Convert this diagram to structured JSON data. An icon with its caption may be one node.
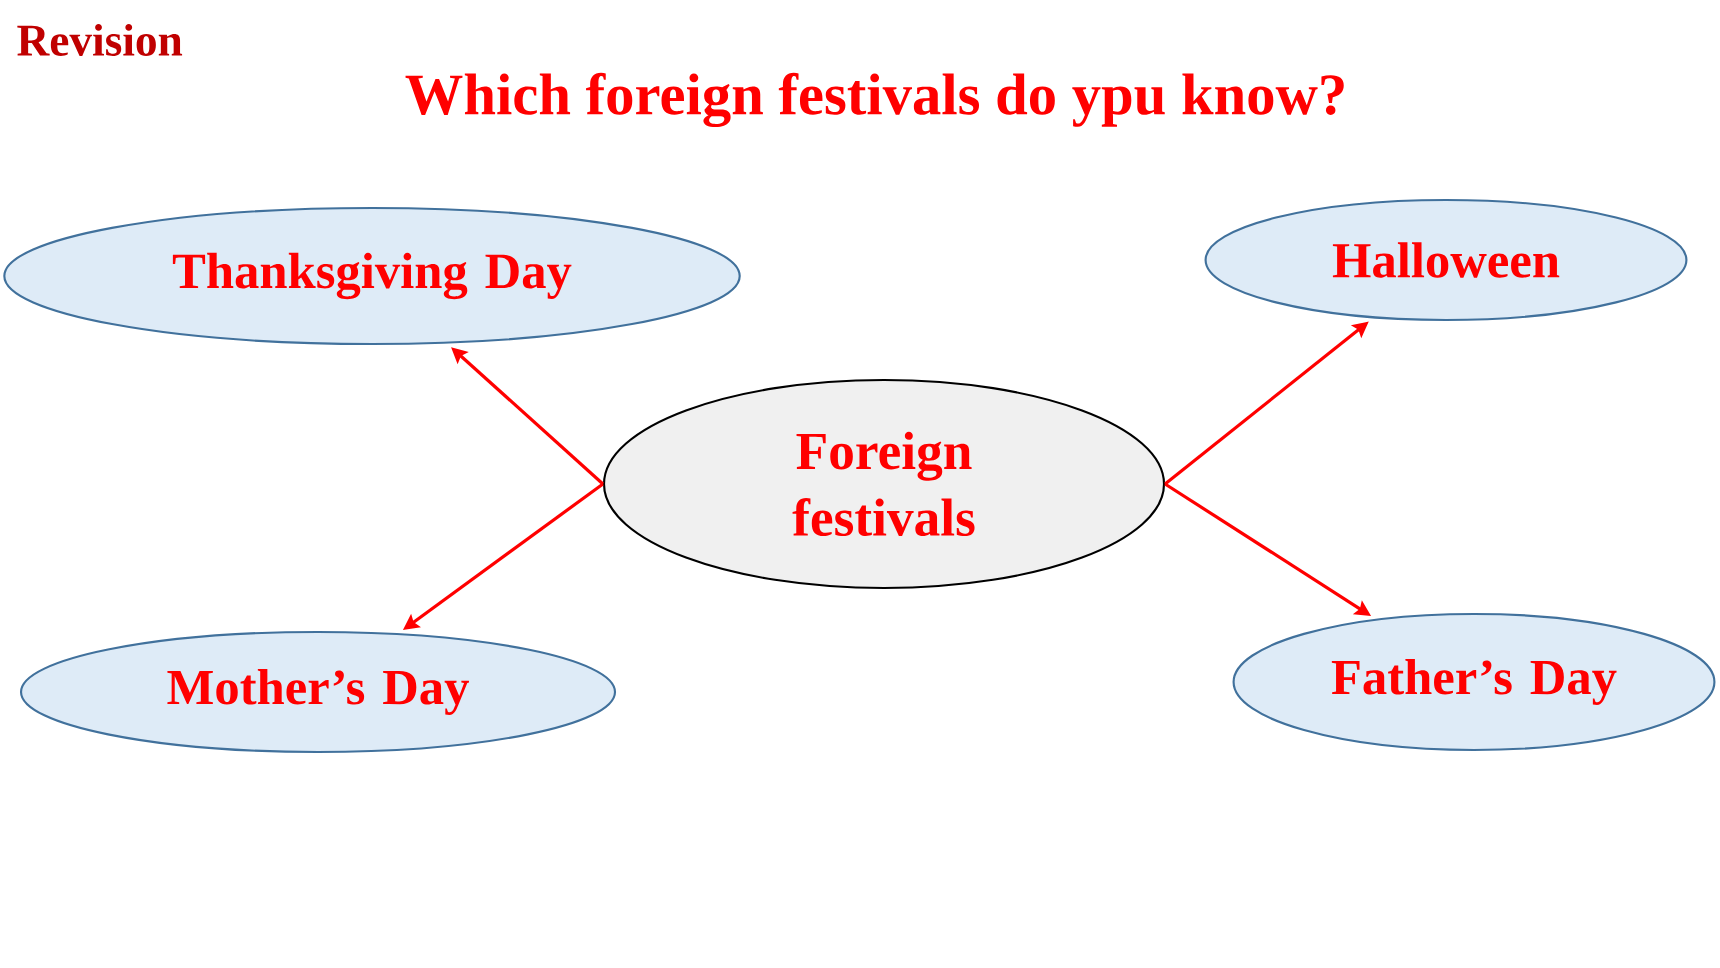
{
  "diagram": {
    "title": "Which foreign festivals do ypu know?",
    "nodes": [
      {
        "text": [
          "Foreign festivals"
        ]
      },
      {
        "text": [
          "Thanksgiving Day"
        ]
      },
      {
        "text": [
          "Halloween"
        ]
      },
      {
        "text": [
          "Mother’s Day"
        ]
      },
      {
        "text": [
          "Father’s Day"
        ]
      }
    ],
    "edges": [
      {
        "from": 0,
        "to": 1,
        "arrow": "to"
      },
      {
        "from": 0,
        "to": 2,
        "arrow": "to"
      },
      {
        "from": 0,
        "to": 3,
        "arrow": "to"
      },
      {
        "from": 0,
        "to": 4,
        "arrow": "to"
      }
    ],
    "labels": [
      "Revision"
    ]
  }
}
